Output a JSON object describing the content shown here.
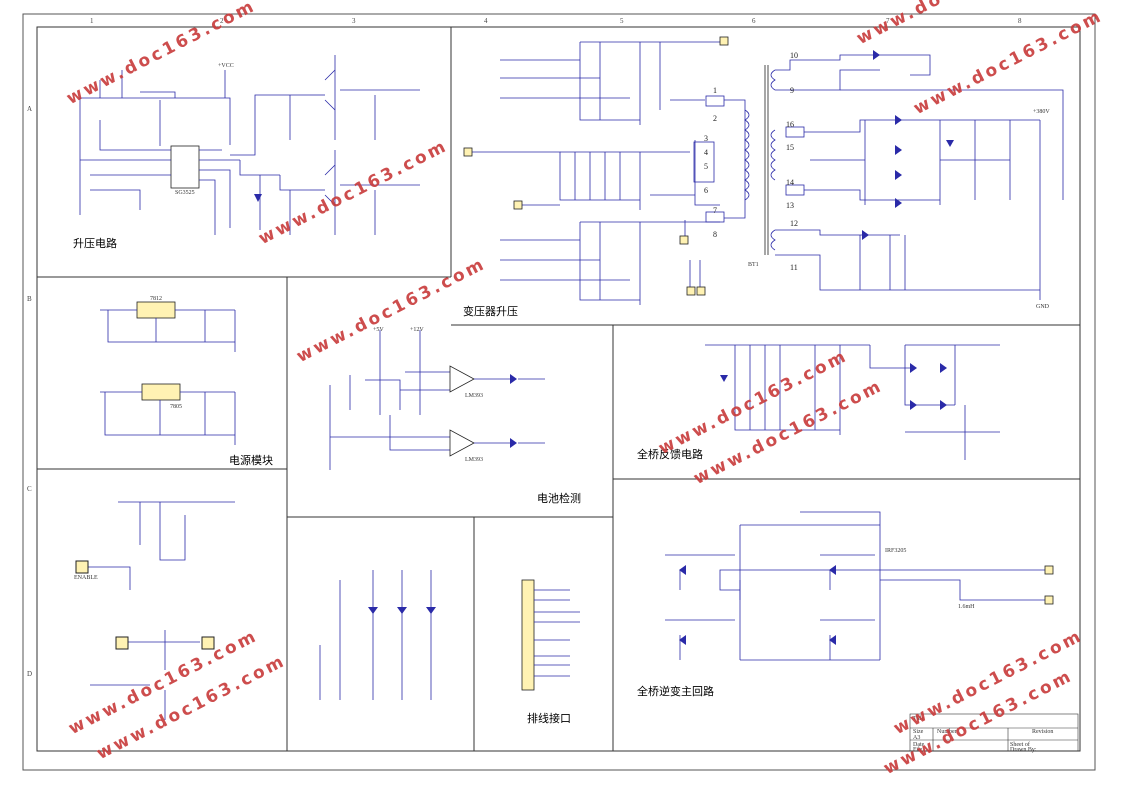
{
  "sections": {
    "boost": "升压电路",
    "transformer": "变压器升压",
    "power": "电源模块",
    "battery": "电池检测",
    "feedback": "全桥反馈电路",
    "connector": "排线接口",
    "inverter": "全桥逆变主回路"
  },
  "border_numbers": {
    "top": [
      "1",
      "2",
      "3",
      "4",
      "5",
      "6",
      "7",
      "8"
    ],
    "side": [
      "A",
      "B",
      "C",
      "D"
    ]
  },
  "winding_numbers": [
    "1",
    "2",
    "3",
    "4",
    "5",
    "6",
    "7",
    "8",
    "9",
    "10",
    "11",
    "12",
    "13",
    "14",
    "15",
    "16"
  ],
  "watermarks": [
    "www.doc163.com",
    "www.doc163.com",
    "www.doc163.com",
    "www.doc163.com",
    "www.doc163.com",
    "www.doc163.com",
    "www.doc163.com",
    "www.doc163.com",
    "www.doc163.com",
    "www.doc163.com",
    "www.doc163.com"
  ],
  "title_block": {
    "title": "Title",
    "size": "Size",
    "size_val": "A3",
    "number": "Number",
    "revision": "Revision",
    "date": "Date",
    "file": "File",
    "sheet_of": "Sheet of",
    "drawn_by": "Drawn By:"
  },
  "part_labels": {
    "ic1": "SG3525",
    "reg1": "7812",
    "reg2": "7805",
    "cmp1": "LM393",
    "cmp2": "LM393",
    "xfmr": "BT1",
    "mosfet": "IRF3205",
    "port1": "ENABLE",
    "l1": "1.6mH"
  },
  "nets": {
    "vcc": "+VCC",
    "gnd": "GND",
    "v12": "+12V",
    "v5": "+5V",
    "hv": "+380V"
  }
}
